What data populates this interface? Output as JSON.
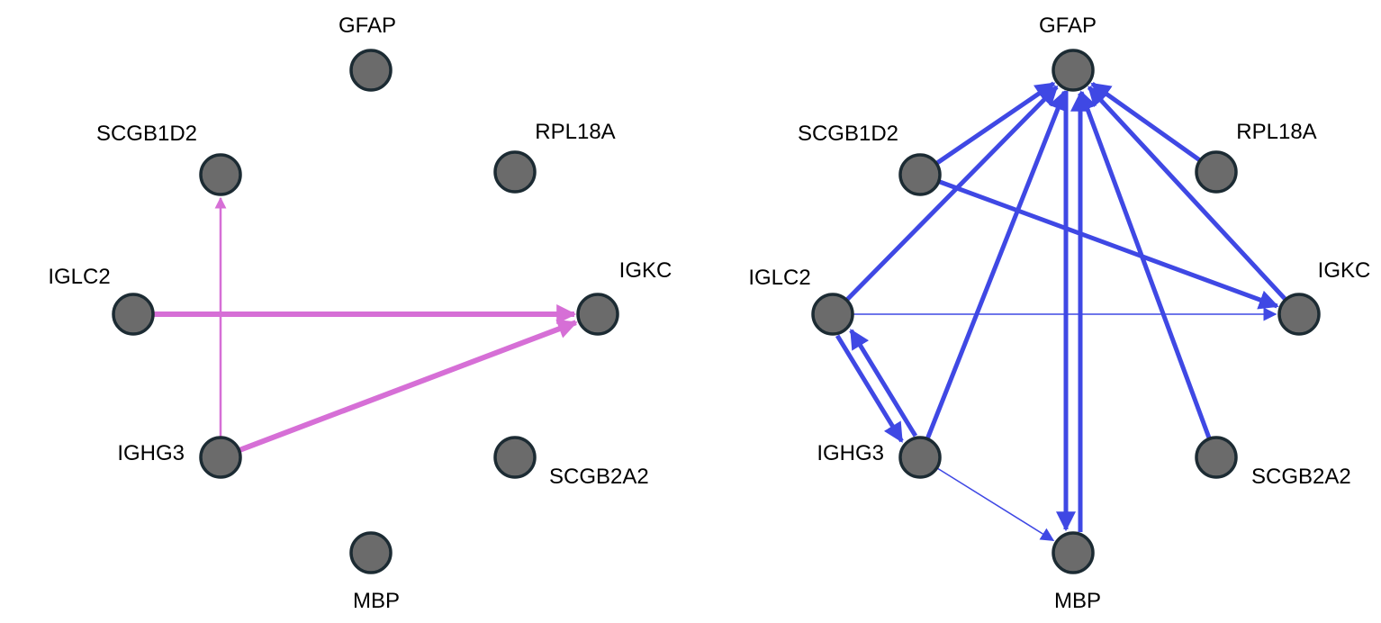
{
  "colors": {
    "left_edge": "#d66fd6",
    "right_edge": "#3f48e4",
    "node_fill": "#6b6b6b",
    "node_stroke": "#1c2b33"
  },
  "graphs": [
    {
      "id": "left",
      "nodes": [
        {
          "id": "GFAP",
          "label": "GFAP"
        },
        {
          "id": "SCGB1D2",
          "label": "SCGB1D2"
        },
        {
          "id": "RPL18A",
          "label": "RPL18A"
        },
        {
          "id": "IGLC2",
          "label": "IGLC2"
        },
        {
          "id": "IGKC",
          "label": "IGKC"
        },
        {
          "id": "IGHG3",
          "label": "IGHG3"
        },
        {
          "id": "SCGB2A2",
          "label": "SCGB2A2"
        },
        {
          "id": "MBP",
          "label": "MBP"
        }
      ],
      "edges": [
        {
          "from": "IGLC2",
          "to": "IGKC",
          "weight": "thick"
        },
        {
          "from": "IGHG3",
          "to": "IGKC",
          "weight": "thick"
        },
        {
          "from": "IGHG3",
          "to": "SCGB1D2",
          "weight": "thin"
        }
      ]
    },
    {
      "id": "right",
      "nodes": [
        {
          "id": "GFAP",
          "label": "GFAP"
        },
        {
          "id": "SCGB1D2",
          "label": "SCGB1D2"
        },
        {
          "id": "RPL18A",
          "label": "RPL18A"
        },
        {
          "id": "IGLC2",
          "label": "IGLC2"
        },
        {
          "id": "IGKC",
          "label": "IGKC"
        },
        {
          "id": "IGHG3",
          "label": "IGHG3"
        },
        {
          "id": "SCGB2A2",
          "label": "SCGB2A2"
        },
        {
          "id": "MBP",
          "label": "MBP"
        }
      ],
      "edges": [
        {
          "from": "SCGB1D2",
          "to": "GFAP",
          "weight": "thick"
        },
        {
          "from": "IGLC2",
          "to": "GFAP",
          "weight": "thick"
        },
        {
          "from": "IGHG3",
          "to": "GFAP",
          "weight": "thick"
        },
        {
          "from": "GFAP",
          "to": "MBP",
          "weight": "thick"
        },
        {
          "from": "MBP",
          "to": "GFAP",
          "weight": "thick"
        },
        {
          "from": "SCGB2A2",
          "to": "GFAP",
          "weight": "thick"
        },
        {
          "from": "IGKC",
          "to": "GFAP",
          "weight": "thick"
        },
        {
          "from": "RPL18A",
          "to": "GFAP",
          "weight": "thick"
        },
        {
          "from": "SCGB1D2",
          "to": "IGKC",
          "weight": "thick"
        },
        {
          "from": "IGLC2",
          "to": "IGKC",
          "weight": "thin"
        },
        {
          "from": "IGLC2",
          "to": "IGHG3",
          "weight": "thick"
        },
        {
          "from": "IGHG3",
          "to": "IGLC2",
          "weight": "thick"
        },
        {
          "from": "IGHG3",
          "to": "MBP",
          "weight": "thin"
        }
      ]
    }
  ]
}
